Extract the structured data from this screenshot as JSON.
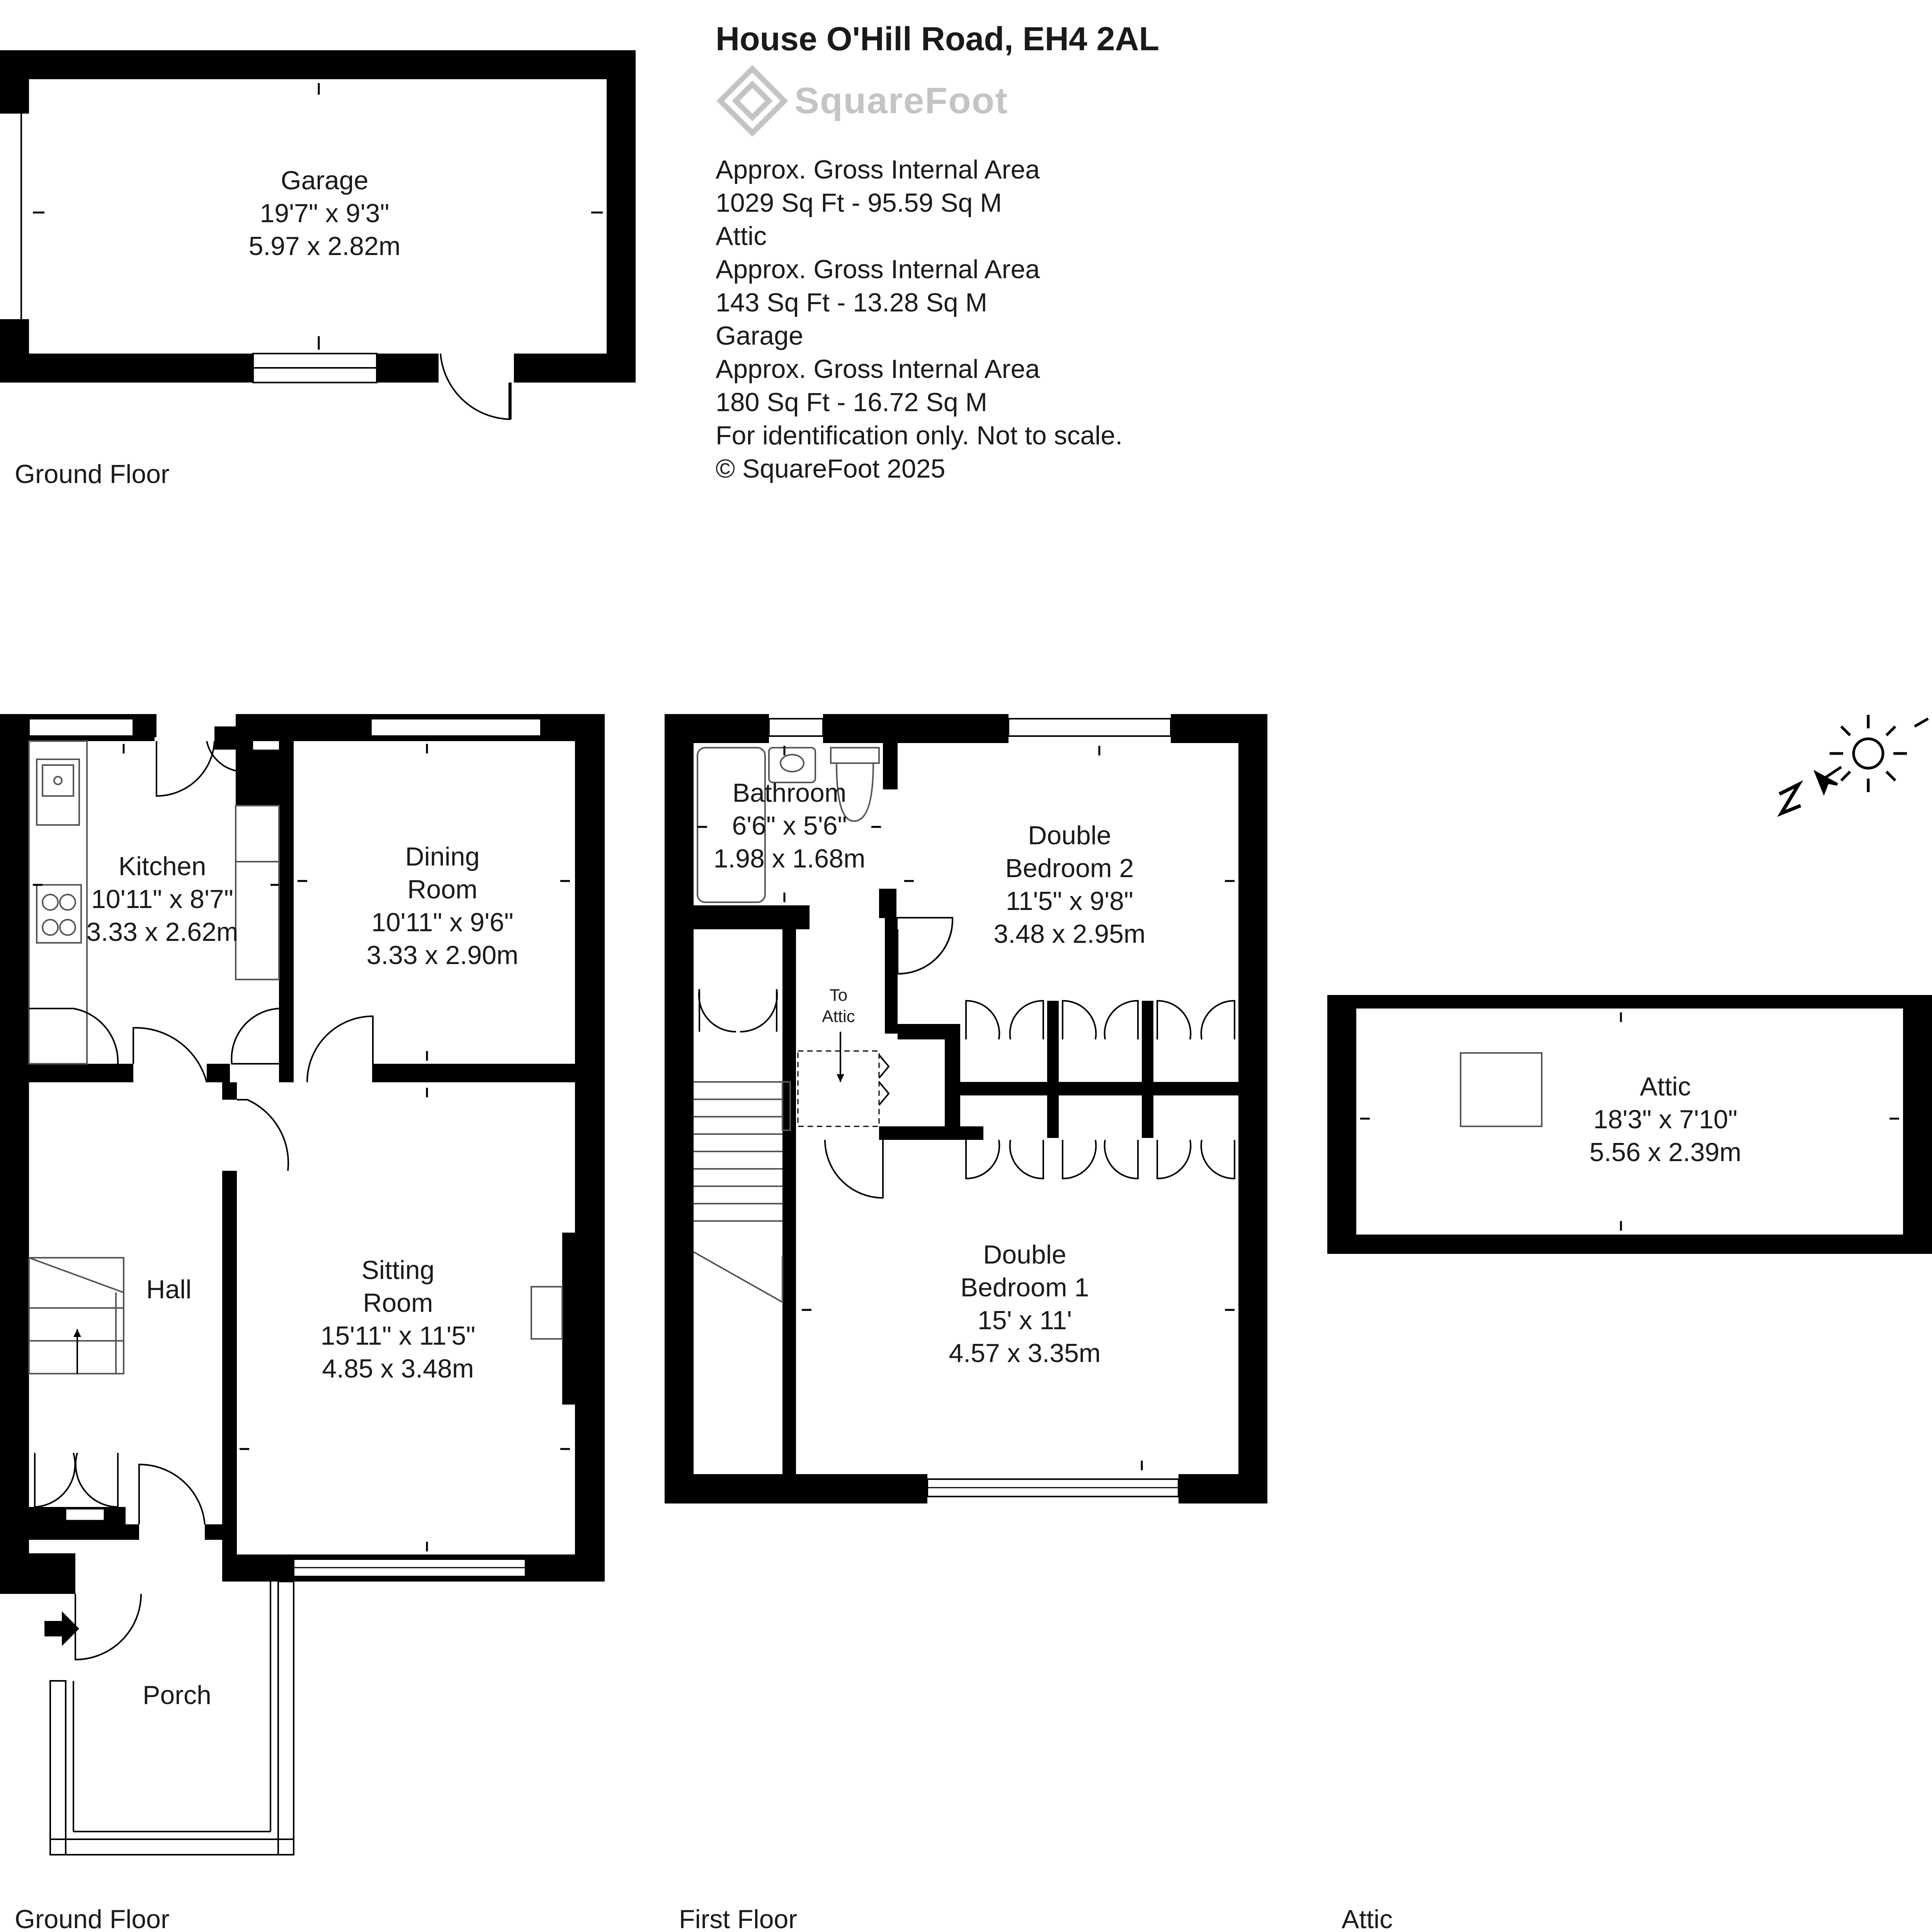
{
  "header": {
    "title": "House O'Hill Road, EH4 2AL",
    "brand": "SquareFoot",
    "lines": [
      "Approx. Gross Internal Area",
      "1029 Sq Ft  -  95.59 Sq M",
      "Attic",
      "Approx. Gross Internal Area",
      "143 Sq Ft  -  13.28 Sq M",
      "Garage",
      "Approx. Gross Internal Area",
      "180 Sq Ft  -  16.72 Sq M",
      "For identification only. Not to scale.",
      "© SquareFoot 2025"
    ]
  },
  "floors": {
    "garage_floor": "Ground Floor",
    "ground_floor": "Ground Floor",
    "first_floor": "First Floor",
    "attic_floor": "Attic"
  },
  "rooms": {
    "garage": {
      "name": "Garage",
      "imperial": "19'7\" x 9'3\"",
      "metric": "5.97 x 2.82m"
    },
    "kitchen": {
      "name": "Kitchen",
      "imperial": "10'11\" x 8'7\"",
      "metric": "3.33 x 2.62m"
    },
    "dining": {
      "name1": "Dining",
      "name2": "Room",
      "imperial": "10'11\" x 9'6\"",
      "metric": "3.33 x 2.90m"
    },
    "hall": {
      "name": "Hall"
    },
    "sitting": {
      "name1": "Sitting",
      "name2": "Room",
      "imperial": "15'11\" x 11'5\"",
      "metric": "4.85 x 3.48m"
    },
    "porch": {
      "name": "Porch"
    },
    "bathroom": {
      "name": "Bathroom",
      "imperial": "6'6\" x 5'6\"",
      "metric": "1.98 x 1.68m"
    },
    "bedroom2": {
      "name1": "Double",
      "name2": "Bedroom 2",
      "imperial": "11'5\" x 9'8\"",
      "metric": "3.48 x 2.95m"
    },
    "bedroom1": {
      "name1": "Double",
      "name2": "Bedroom 1",
      "imperial": "15' x 11'",
      "metric": "4.57 x 3.35m"
    },
    "attic": {
      "name": "Attic",
      "imperial": "18'3\" x 7'10\"",
      "metric": "5.56 x 2.39m"
    },
    "to_attic": {
      "line1": "To",
      "line2": "Attic"
    }
  },
  "colors": {
    "wall": "#000000",
    "fixture": "#6e6e6e",
    "logo": "#c4c4c4"
  },
  "icons": {
    "compass": "north-arrow-icon",
    "entrance": "entrance-arrow-icon",
    "logo": "squarefoot-logo-icon"
  }
}
